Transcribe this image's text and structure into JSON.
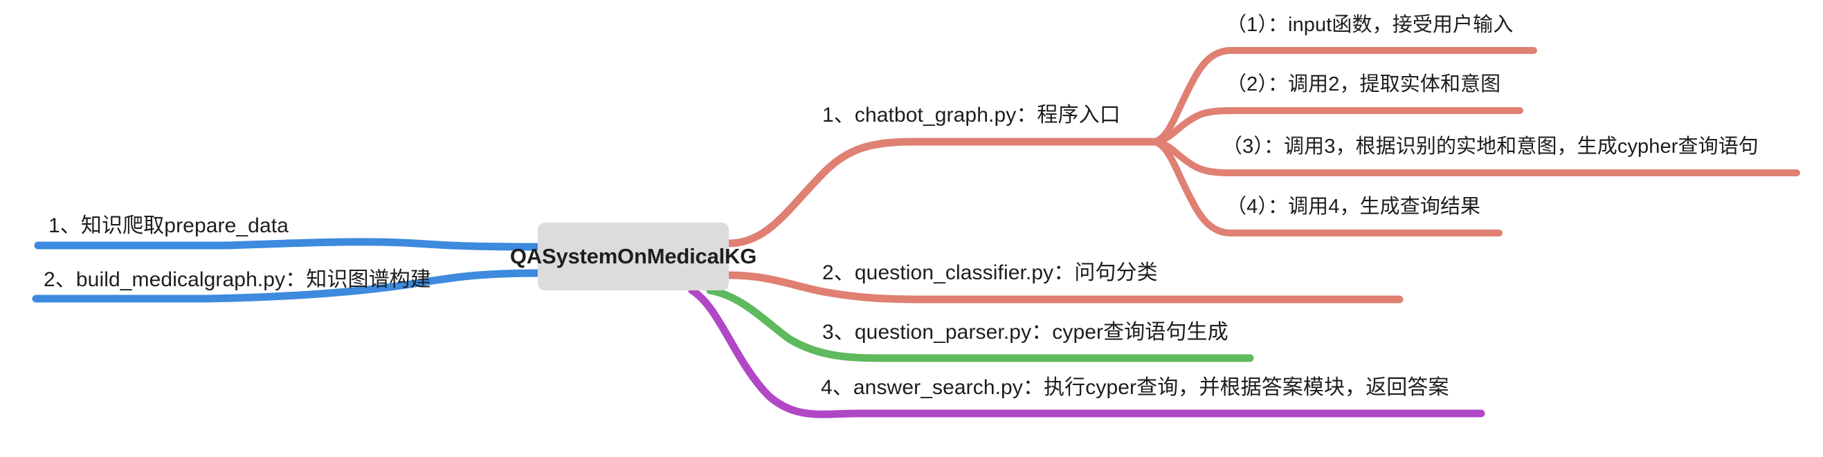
{
  "diagram": {
    "type": "mindmap",
    "root": {
      "label": "QASystemOnMedicalKG",
      "label_line1": "QASystemOnMe",
      "label_line2": "dicalKG",
      "fill_color": "#dcdcdc"
    },
    "colors": {
      "blue": "#3d8ade",
      "salmon": "#df8072",
      "green": "#5fb95e",
      "purple": "#b048c6",
      "text": "#1d1d1d",
      "background": "#ffffff"
    },
    "left_branches": [
      {
        "label": "1、知识爬取prepare_data",
        "color": "#3d8ade"
      },
      {
        "label": "2、build_medicalgraph.py：知识图谱构建",
        "color": "#3d8ade"
      }
    ],
    "right_branches": [
      {
        "label": "1、chatbot_graph.py：程序入口",
        "color": "#df8072",
        "children": [
          {
            "label": "（1）：input函数，接受用户输入",
            "color": "#df8072"
          },
          {
            "label": "（2）：调用2，提取实体和意图",
            "color": "#df8072"
          },
          {
            "label": "（3）：调用3，根据识别的实地和意图，生成cypher查询语句",
            "color": "#df8072"
          },
          {
            "label": "（4）：调用4，生成查询结果",
            "color": "#df8072"
          }
        ]
      },
      {
        "label": "2、question_classifier.py：问句分类",
        "color": "#df8072",
        "children": []
      },
      {
        "label": "3、question_parser.py：cyper查询语句生成",
        "color": "#5fb95e",
        "children": []
      },
      {
        "label": "4、answer_search.py：执行cyper查询，并根据答案模块，返回答案",
        "color": "#b048c6",
        "children": []
      }
    ]
  }
}
